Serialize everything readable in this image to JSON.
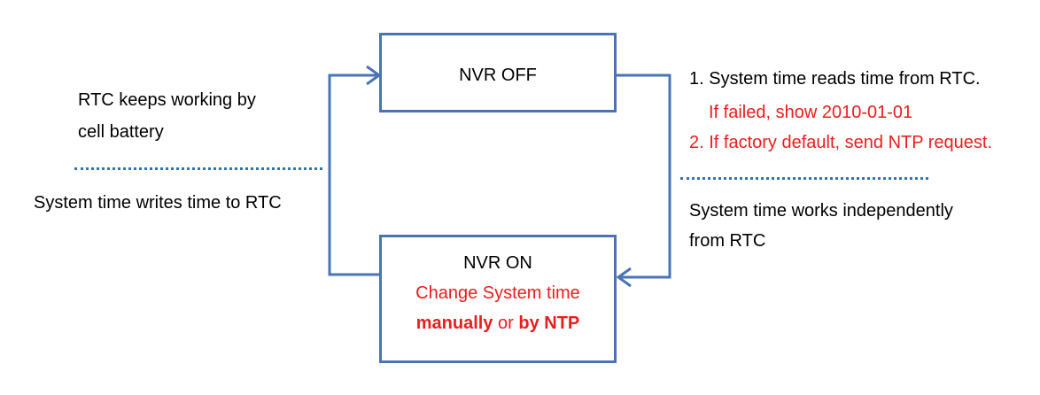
{
  "colors": {
    "box_border": "#4a74b5",
    "arrow": "#4a74b5",
    "divider": "#2e74b5",
    "highlight": "#ee1c1c"
  },
  "nvr_off": {
    "label": "NVR OFF"
  },
  "nvr_on": {
    "label": "NVR ON",
    "line2": "Change System time",
    "manually": "manually",
    "or": "or",
    "by_ntp": "by NTP"
  },
  "left": {
    "battery_line1": "RTC keeps working by",
    "battery_line2": "cell battery",
    "writes": "System time writes time to RTC"
  },
  "right": {
    "step1": "1. System time reads time from RTC.",
    "step1_fail": "If failed, show 2010-01-01",
    "step2": "2. If factory default, send NTP request.",
    "independent_line1": "System time works independently",
    "independent_line2": "from RTC"
  }
}
